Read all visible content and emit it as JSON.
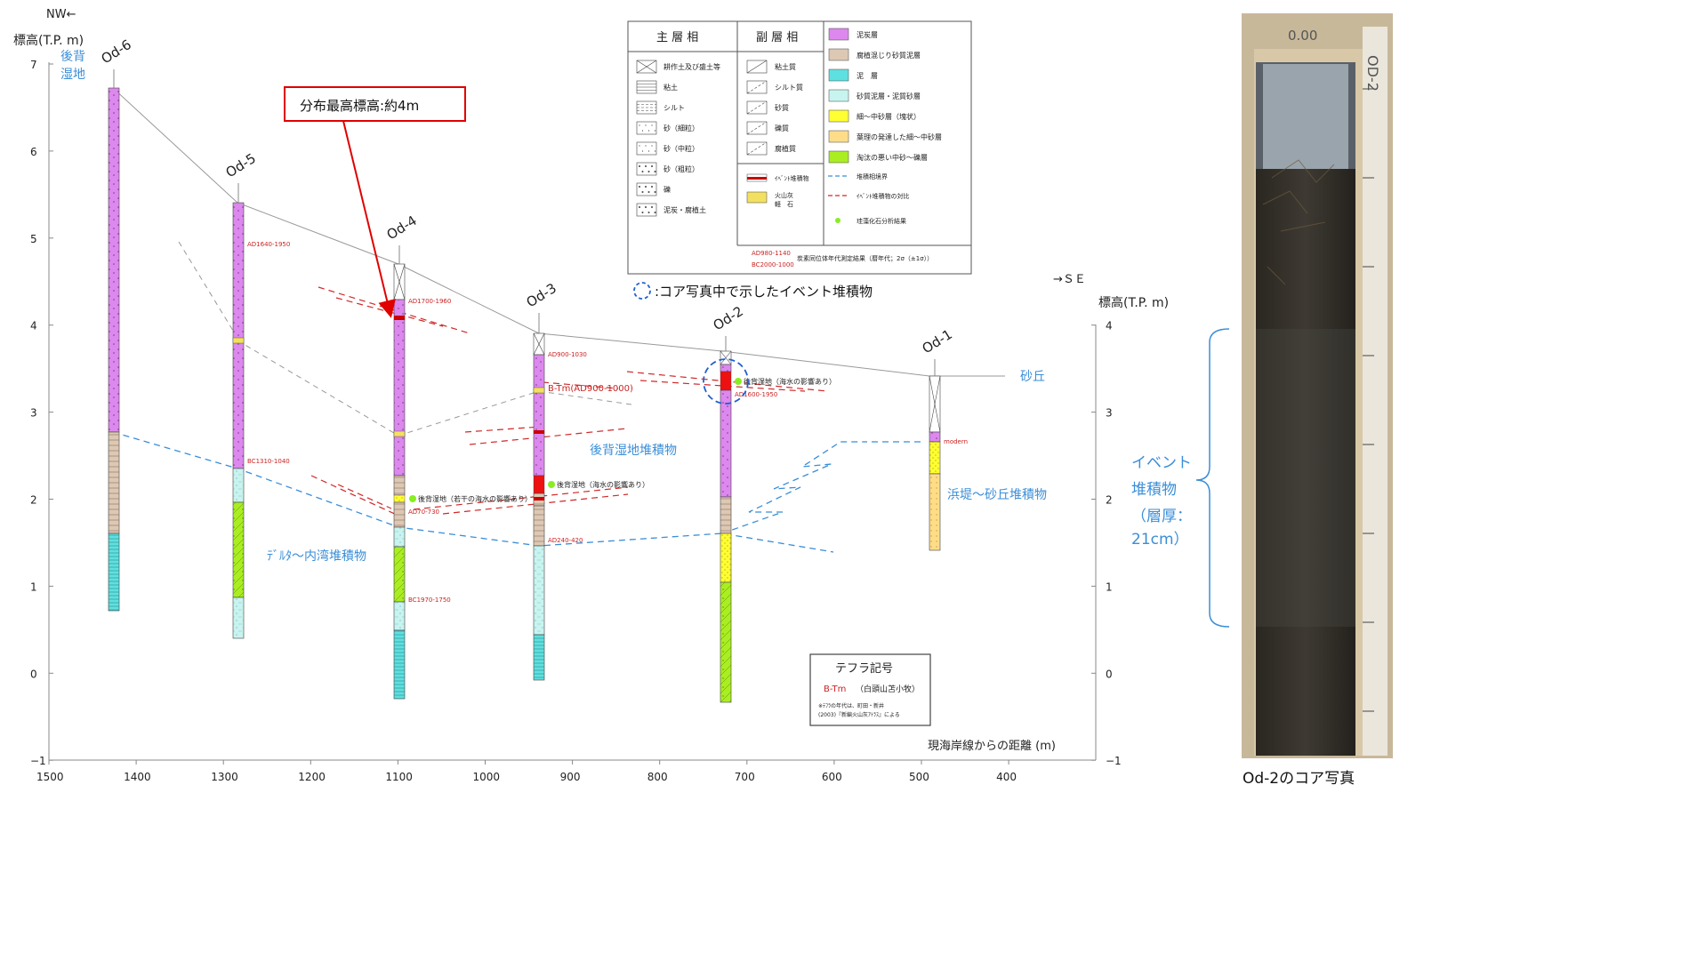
{
  "chart": {
    "left_axis_title": "標高(T.P.  m)",
    "right_axis_title": "標高(T.P.  m)",
    "nw_label": "NW←",
    "se_label": "→ＳＥ",
    "x_axis_title": "現海岸線からの距離 (m)",
    "x_ticks": [
      "1500",
      "1400",
      "1300",
      "1200",
      "1100",
      "1000",
      "900",
      "800",
      "700",
      "600",
      "500",
      "400"
    ],
    "left_y_ticks": [
      "7",
      "6",
      "5",
      "4",
      "3",
      "2",
      "1",
      "0",
      "−1"
    ],
    "right_y_ticks": [
      "4",
      "3",
      "2",
      "1",
      "0",
      "−1"
    ]
  },
  "callout": {
    "text": "分布最高標高:約4m"
  },
  "event_note": {
    "text": ":コア写真中で示したイベント堆積物"
  },
  "legend": {
    "main_header": "主 層 相",
    "sub_header": "副 層 相",
    "main_items": [
      "耕作土及び盛土等",
      "粘土",
      "シルト",
      "砂（細粒）",
      "砂（中粒）",
      "砂（粗粒）",
      "礫",
      "泥炭・腐植土"
    ],
    "sub_items": [
      "粘土質",
      "シルト質",
      "砂質",
      "礫質",
      "腐植質"
    ],
    "special_items": [
      "ｲﾍﾞﾝﾄ堆積物",
      "火山灰",
      "軽　石"
    ],
    "color_items": [
      {
        "label": "泥炭層",
        "color": "#dd88ee"
      },
      {
        "label": "腐植混じり砂質泥層",
        "color": "#ddc8b4"
      },
      {
        "label": "泥　層",
        "color": "#5fe0e0"
      },
      {
        "label": "砂質泥層・泥質砂層",
        "color": "#c8f4f0"
      },
      {
        "label": "細～中砂層（塊状）",
        "color": "#ffff33"
      },
      {
        "label": "葉理の発達した細～中砂層",
        "color": "#ffdd88"
      },
      {
        "label": "淘汰の悪い中砂～礫層",
        "color": "#aaee22"
      }
    ],
    "line_items": [
      "堆積相境界",
      "ｲﾍﾞﾝﾄ堆積物の対比",
      "珪藻化石分析結果"
    ],
    "dating_labels": [
      "AD980-1140",
      "BC2000-1000"
    ],
    "dating_text": "炭素同位体年代測定結果（暦年代；2σ（±1σ））"
  },
  "tephra": {
    "title": "テフラ記号",
    "code": "B-Tm",
    "name": "（白頭山苫小牧）",
    "note1": "※ﾃﾌﾗの年代は、町田・新井",
    "note2": "(2003)『新編火山灰ｱﾄﾗｽ』による"
  },
  "boreholes": [
    {
      "name": "Od-6",
      "distance": 1425
    },
    {
      "name": "Od-5",
      "distance": 1285
    },
    {
      "name": "Od-4",
      "distance": 1100
    },
    {
      "name": "Od-3",
      "distance": 935
    },
    {
      "name": "Od-2",
      "distance": 722
    },
    {
      "name": "Od-1",
      "distance": 492
    }
  ],
  "area_labels": {
    "backmarsh": "後背\n湿地",
    "dune": "砂丘",
    "backmarsh_deposit": "後背湿地堆積物",
    "delta_deposit": "ﾃﾞﾙﾀ～内湾堆積物",
    "beach_deposit": "浜堤～砂丘堆積物"
  },
  "dates": {
    "od5_top": "AD1640-1950",
    "od5_bot": "BC1310-1040",
    "od4_top": "AD1700-1960",
    "od4_mid": "AD70-730",
    "od4_bot": "BC1970-1750",
    "od3_top": "AD900-1030",
    "od3_bt": "B-Tm(AD900-1000)",
    "od3_bot": "AD240-420",
    "od2_mid": "AD1600-1950",
    "od1_top": "modern"
  },
  "diatom": {
    "od4": "後背湿地（若干の海水の影響あり）",
    "od3": "後背湿地（海水の影響あり）",
    "od2": "後背湿地（海水の影響あり）"
  },
  "core_photo": {
    "caption": "Od-2のコア写真",
    "top_mark": "0.00",
    "core_label": "OD-2",
    "event_label": "イベント\n堆積物\n（層厚：\n21cm）"
  }
}
